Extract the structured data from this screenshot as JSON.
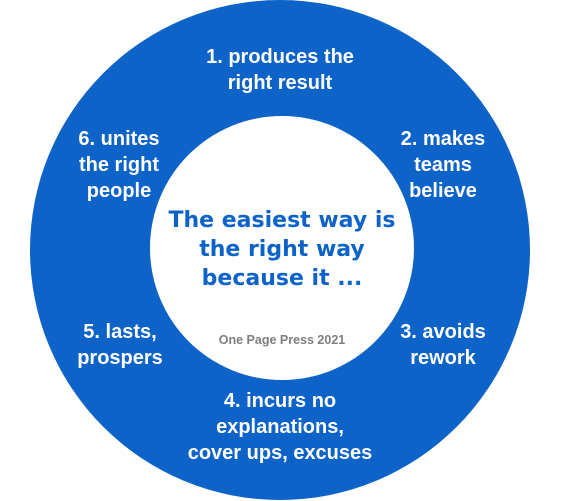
{
  "center": {
    "title": "The easiest way is\nthe right way\nbecause it ...",
    "credit": "One Page Press 2021"
  },
  "segments": [
    {
      "label": "1. produces the\nright result"
    },
    {
      "label": "2. makes\nteams\nbelieve"
    },
    {
      "label": "3. avoids\nrework"
    },
    {
      "label": "4. incurs no\nexplanations,\ncover ups, excuses"
    },
    {
      "label": "5. lasts,\nprospers"
    },
    {
      "label": "6. unites\nthe right\npeople"
    }
  ],
  "colors": {
    "ring": "#0d63c8",
    "center_text": "#0d63c8",
    "segment_text": "#ffffff",
    "credit_text": "#7f7f7f"
  }
}
